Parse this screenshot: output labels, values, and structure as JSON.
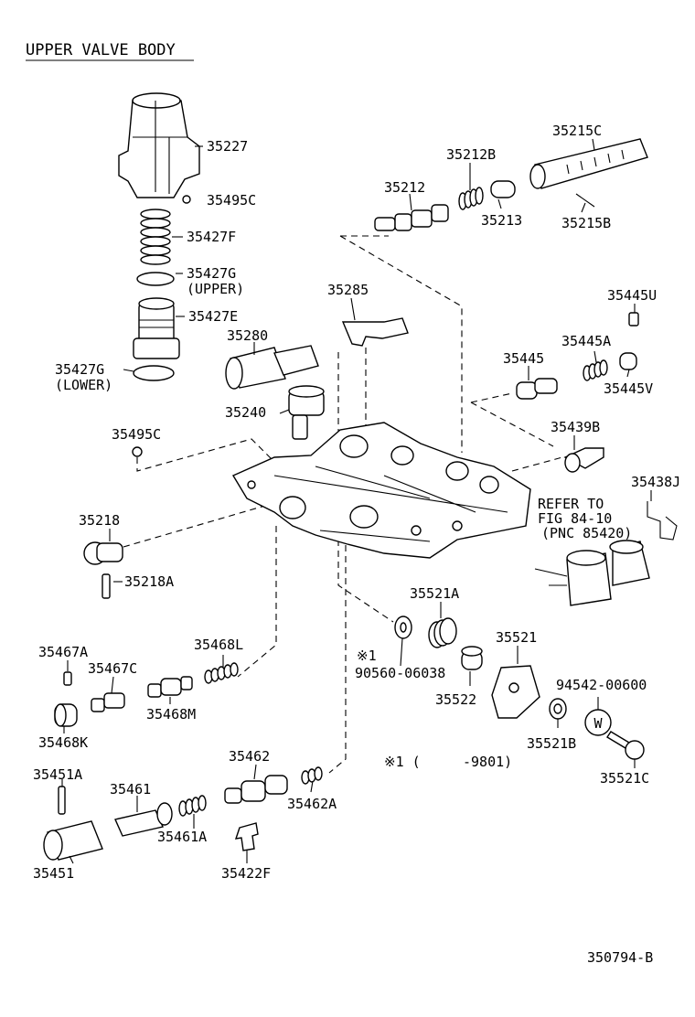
{
  "title": "UPPER VALVE BODY",
  "figure_code": "350794-B",
  "footnote": {
    "mark": "※1 (",
    "range": "-9801)"
  },
  "refer_note": {
    "line1": "REFER TO",
    "line2": "FIG 84-10",
    "line3": "(PNC 85420)"
  },
  "washer_mark": "W",
  "parts": [
    {
      "id": "35227"
    },
    {
      "id": "35495C"
    },
    {
      "id": "35427F"
    },
    {
      "id": "35427G",
      "sub": "(UPPER)"
    },
    {
      "id": "35427E"
    },
    {
      "id": "35427G",
      "sub": "(LOWER)"
    },
    {
      "id": "35495C"
    },
    {
      "id": "35212B"
    },
    {
      "id": "35212"
    },
    {
      "id": "35213"
    },
    {
      "id": "35215C"
    },
    {
      "id": "35215B"
    },
    {
      "id": "35285"
    },
    {
      "id": "35280"
    },
    {
      "id": "35240"
    },
    {
      "id": "35445U"
    },
    {
      "id": "35445A"
    },
    {
      "id": "35445"
    },
    {
      "id": "35445V"
    },
    {
      "id": "35439B"
    },
    {
      "id": "35438J"
    },
    {
      "id": "35218"
    },
    {
      "id": "35218A"
    },
    {
      "id": "35521A"
    },
    {
      "id": "※1"
    },
    {
      "id": "90560-06038"
    },
    {
      "id": "35521"
    },
    {
      "id": "35522"
    },
    {
      "id": "94542-00600"
    },
    {
      "id": "35521B"
    },
    {
      "id": "35521C"
    },
    {
      "id": "35467A"
    },
    {
      "id": "35468L"
    },
    {
      "id": "35467C"
    },
    {
      "id": "35468M"
    },
    {
      "id": "35468K"
    },
    {
      "id": "35462"
    },
    {
      "id": "35462A"
    },
    {
      "id": "35451A"
    },
    {
      "id": "35461"
    },
    {
      "id": "35461A"
    },
    {
      "id": "35451"
    },
    {
      "id": "35422F"
    }
  ]
}
